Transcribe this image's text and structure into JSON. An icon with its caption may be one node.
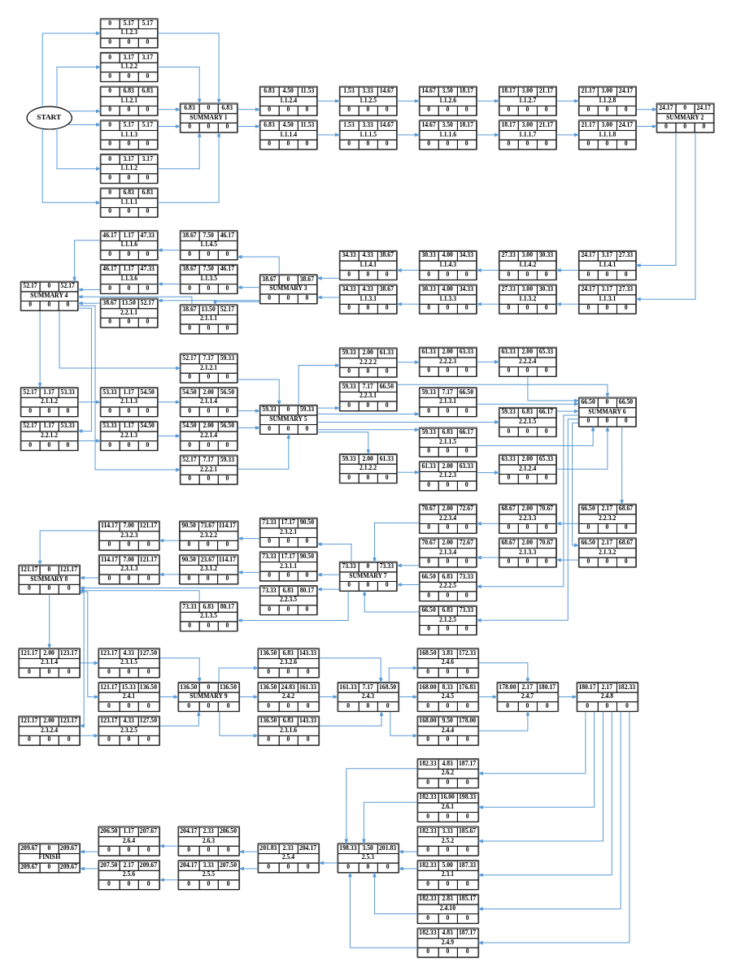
{
  "diagram": {
    "nodes": [
      {
        "text": [
          "START"
        ]
      },
      {
        "text": [
          "0",
          "6.83",
          "6.83",
          "1.1.1.1",
          "0",
          "0",
          "0"
        ]
      },
      {
        "text": [
          "0",
          "3.17",
          "3.17",
          "1.1.1.2",
          "0",
          "0",
          "0"
        ]
      },
      {
        "text": [
          "0",
          "5.17",
          "5.17",
          "1.1.1.3",
          "0",
          "0",
          "0"
        ]
      },
      {
        "text": [
          "0",
          "6.83",
          "6.83",
          "1.1.2.1",
          "0",
          "0",
          "0"
        ]
      },
      {
        "text": [
          "0",
          "3.17",
          "3.17",
          "1.1.2.2",
          "0",
          "0",
          "0"
        ]
      },
      {
        "text": [
          "0",
          "5.17",
          "5.17",
          "1.1.2.3",
          "0",
          "0",
          "0"
        ]
      },
      {
        "text": [
          "6.83",
          "0",
          "6.83",
          "SUMMARY 1",
          "0",
          "0",
          "0"
        ]
      },
      {
        "text": [
          "6.83",
          "4.50",
          "11.53",
          "1.1.1.4",
          "0",
          "0",
          "0"
        ]
      },
      {
        "text": [
          "6.83",
          "4.50",
          "11.53",
          "1.1.2.4",
          "0",
          "0",
          "0"
        ]
      },
      {
        "text": [
          "1.53",
          "3.33",
          "14.67",
          "1.1.1.5",
          "0",
          "0",
          "0"
        ]
      },
      {
        "text": [
          "1.53",
          "3.33",
          "14.67",
          "1.1.2.5",
          "0",
          "0",
          "0"
        ]
      },
      {
        "text": [
          "14.67",
          "3.50",
          "18.17",
          "1.1.1.6",
          "0",
          "0",
          "0"
        ]
      },
      {
        "text": [
          "14.67",
          "3.50",
          "18.17",
          "1.1.2.6",
          "0",
          "0",
          "0"
        ]
      },
      {
        "text": [
          "18.17",
          "3.00",
          "21.17",
          "1.1.1.7",
          "0",
          "0",
          "0"
        ]
      },
      {
        "text": [
          "18.17",
          "3.00",
          "21.17",
          "1.1.2.7",
          "0",
          "0",
          "0"
        ]
      },
      {
        "text": [
          "21.17",
          "3.00",
          "24.17",
          "1.1.1.8",
          "0",
          "0",
          "0"
        ]
      },
      {
        "text": [
          "21.17",
          "3.00",
          "24.17",
          "1.1.2.8",
          "0",
          "0",
          "0"
        ]
      },
      {
        "text": [
          "24.17",
          "0",
          "24.17",
          "SUMMARY 2",
          "0",
          "0",
          "0"
        ]
      },
      {
        "text": [
          "24.17",
          "3.17",
          "27.33",
          "1.1.3.1",
          "0",
          "0",
          "0"
        ]
      },
      {
        "text": [
          "24.17",
          "3.17",
          "27.33",
          "1.1.4.1",
          "0",
          "0",
          "0"
        ]
      },
      {
        "text": [
          "27.33",
          "3.00",
          "30.33",
          "1.1.3.2",
          "0",
          "0",
          "0"
        ]
      },
      {
        "text": [
          "27.33",
          "3.00",
          "30.33",
          "1.1.4.2",
          "0",
          "0",
          "0"
        ]
      },
      {
        "text": [
          "30.33",
          "4.00",
          "34.33",
          "1.1.3.3",
          "0",
          "0",
          "0"
        ]
      },
      {
        "text": [
          "30.33",
          "4.00",
          "34.33",
          "1.1.4.3",
          "0",
          "0",
          "0"
        ]
      },
      {
        "text": [
          "34.33",
          "4.33",
          "38.67",
          "1.1.3.1",
          "0",
          "0",
          "0"
        ]
      },
      {
        "text": [
          "34.33",
          "4.33",
          "38.67",
          "1.1.4.1",
          "0",
          "0",
          "0"
        ]
      },
      {
        "text": [
          "38.67",
          "0",
          "38.67",
          "SUMMARY 3",
          "0",
          "0",
          "0"
        ]
      },
      {
        "text": [
          "38.67",
          "7.50",
          "46.17",
          "1.1.3.5",
          "0",
          "0",
          "0"
        ]
      },
      {
        "text": [
          "38.67",
          "13.50",
          "52.17",
          "2.1.1.1",
          "0",
          "0",
          "0"
        ]
      },
      {
        "text": [
          "38.67",
          "13.50",
          "52.17",
          "2.2.1.1",
          "0",
          "0",
          "0"
        ]
      },
      {
        "text": [
          "38.67",
          "7.50",
          "46.17",
          "1.1.4.5",
          "0",
          "0",
          "0"
        ]
      },
      {
        "text": [
          "46.17",
          "1.17",
          "47.33",
          "1.1.3.6",
          "0",
          "0",
          "0"
        ]
      },
      {
        "text": [
          "46.17",
          "1.17",
          "47.33",
          "1.1.1.6",
          "0",
          "0",
          "0"
        ]
      },
      {
        "text": [
          "52.17",
          "0",
          "52.17",
          "SUMMARY 4",
          "0",
          "0",
          "0"
        ]
      },
      {
        "text": [
          "52.17",
          "7.17",
          "59.33",
          "2.1.2.1",
          "0",
          "0",
          "0"
        ]
      },
      {
        "text": [
          "52.17",
          "1.17",
          "53.33",
          "2.1.1.2",
          "0",
          "0",
          "0"
        ]
      },
      {
        "text": [
          "52.17",
          "1.17",
          "53.33",
          "2.2.1.2",
          "0",
          "0",
          "0"
        ]
      },
      {
        "text": [
          "52.17",
          "7.17",
          "59.33",
          "2.2.2.1",
          "0",
          "0",
          "0"
        ]
      },
      {
        "text": [
          "53.33",
          "1.17",
          "54.50",
          "2.1.1.3",
          "0",
          "0",
          "0"
        ]
      },
      {
        "text": [
          "53.33",
          "1.17",
          "54.50",
          "2.2.1.3",
          "0",
          "0",
          "0"
        ]
      },
      {
        "text": [
          "54.50",
          "2.00",
          "56.50",
          "2.1.1.4",
          "0",
          "0",
          "0"
        ]
      },
      {
        "text": [
          "54.50",
          "2.00",
          "56.50",
          "2.2.1.4",
          "0",
          "0",
          "0"
        ]
      },
      {
        "text": [
          "59.33",
          "0",
          "59.33",
          "SUMMARY 5",
          "0",
          "0",
          "0"
        ]
      },
      {
        "text": [
          "59.33",
          "2.00",
          "61.33",
          "2.1.2.2",
          "0",
          "0",
          "0"
        ]
      },
      {
        "text": [
          "61.33",
          "2.00",
          "63.33",
          "2.1.2.3",
          "0",
          "0",
          "0"
        ]
      },
      {
        "text": [
          "63.33",
          "2.00",
          "65.33",
          "2.1.2.4",
          "0",
          "0",
          "0"
        ]
      },
      {
        "text": [
          "59.33",
          "6.83",
          "66.17",
          "2.1.1.5",
          "0",
          "0",
          "0"
        ]
      },
      {
        "text": [
          "59.33",
          "6.83",
          "66.17",
          "2.2.1.5",
          "0",
          "0",
          "0"
        ]
      },
      {
        "text": [
          "59.33",
          "7.17",
          "66.50",
          "2.1.3.1",
          "0",
          "0",
          "0"
        ]
      },
      {
        "text": [
          "59.33",
          "7.17",
          "66.50",
          "2.2.3.1",
          "0",
          "0",
          "0"
        ]
      },
      {
        "text": [
          "59.33",
          "2.00",
          "61.33",
          "2.2.2.2",
          "0",
          "0",
          "0"
        ]
      },
      {
        "text": [
          "61.33",
          "2.00",
          "63.33",
          "2.2.2.3",
          "0",
          "0",
          "0"
        ]
      },
      {
        "text": [
          "63.33",
          "2.00",
          "65.33",
          "2.2.2.4",
          "0",
          "0",
          "0"
        ]
      },
      {
        "text": [
          "66.50",
          "0",
          "66.50",
          "SUMMARY 6",
          "0",
          "0",
          "0"
        ]
      },
      {
        "text": [
          "66.50",
          "6.83",
          "73.33",
          "2.1.2.5",
          "0",
          "0",
          "0"
        ]
      },
      {
        "text": [
          "66.50",
          "2.17",
          "68.67",
          "2.1.3.2",
          "0",
          "0",
          "0"
        ]
      },
      {
        "text": [
          "66.50",
          "2.17",
          "68.67",
          "2.2.3.2",
          "0",
          "0",
          "0"
        ]
      },
      {
        "text": [
          "66.50",
          "6.83",
          "73.33",
          "2.2.2.5",
          "0",
          "0",
          "0"
        ]
      },
      {
        "text": [
          "68.67",
          "2.00",
          "70.67",
          "2.1.3.3",
          "0",
          "0",
          "0"
        ]
      },
      {
        "text": [
          "68.67",
          "2.00",
          "70.67",
          "2.2.3.3",
          "0",
          "0",
          "0"
        ]
      },
      {
        "text": [
          "70.67",
          "2.00",
          "72.67",
          "2.1.3.4",
          "0",
          "0",
          "0"
        ]
      },
      {
        "text": [
          "70.67",
          "2.00",
          "72.67",
          "2.2.3.4",
          "0",
          "0",
          "0"
        ]
      },
      {
        "text": [
          "73.33",
          "0",
          "73.33",
          "SUMMARY 7",
          "0",
          "0",
          "0"
        ]
      },
      {
        "text": [
          "73.33",
          "17.17",
          "90.50",
          "2.3.1.1",
          "0",
          "0",
          "0"
        ]
      },
      {
        "text": [
          "73.33",
          "6.83",
          "80.17",
          "2.1.3.5",
          "0",
          "0",
          "0"
        ]
      },
      {
        "text": [
          "73.33",
          "6.83",
          "80.17",
          "2.2.3.5",
          "0",
          "0",
          "0"
        ]
      },
      {
        "text": [
          "73.33",
          "17.17",
          "90.50",
          "2.3.2.1",
          "0",
          "0",
          "0"
        ]
      },
      {
        "text": [
          "90.50",
          "23.67",
          "114.17",
          "2.3.1.2",
          "0",
          "0",
          "0"
        ]
      },
      {
        "text": [
          "90.50",
          "73.67",
          "114.17",
          "2.3.2.2",
          "0",
          "0",
          "0"
        ]
      },
      {
        "text": [
          "114.17",
          "7.00",
          "121.17",
          "2.3.1.3",
          "0",
          "0",
          "0"
        ]
      },
      {
        "text": [
          "114.17",
          "7.00",
          "121.17",
          "2.3.2.3",
          "0",
          "0",
          "0"
        ]
      },
      {
        "text": [
          "121.17",
          "0",
          "121.17",
          "SUMMARY 8",
          "0",
          "0",
          "0"
        ]
      },
      {
        "text": [
          "121.17",
          "2.00",
          "123.17",
          "2.3.1.4",
          "0",
          "0",
          "0"
        ]
      },
      {
        "text": [
          "121.17",
          "15.33",
          "136.50",
          "2.4.1",
          "0",
          "0",
          "0"
        ]
      },
      {
        "text": [
          "121.17",
          "2.00",
          "123.17",
          "2.3.2.4",
          "0",
          "0",
          "0"
        ]
      },
      {
        "text": [
          "123.17",
          "4.33",
          "127.50",
          "2.3.1.5",
          "0",
          "0",
          "0"
        ]
      },
      {
        "text": [
          "123.17",
          "4.33",
          "127.50",
          "2.3.2.5",
          "0",
          "0",
          "0"
        ]
      },
      {
        "text": [
          "136.50",
          "0",
          "136.50",
          "SUMMARY 9",
          "0",
          "0",
          "0"
        ]
      },
      {
        "text": [
          "136.50",
          "6.83",
          "143.33",
          "2.3.1.6",
          "0",
          "0",
          "0"
        ]
      },
      {
        "text": [
          "136.50",
          "24.83",
          "161.33",
          "2.4.2",
          "0",
          "0",
          "0"
        ]
      },
      {
        "text": [
          "136.50",
          "6.83",
          "143.33",
          "2.3.2.6",
          "0",
          "0",
          "0"
        ]
      },
      {
        "text": [
          "161.33",
          "7.17",
          "168.50",
          "2.4.3",
          "0",
          "0",
          "0"
        ]
      },
      {
        "text": [
          "168.00",
          "9.50",
          "178.00",
          "2.4.4",
          "0",
          "0",
          "0"
        ]
      },
      {
        "text": [
          "168.00",
          "8.33",
          "176.83",
          "2.4.5",
          "0",
          "0",
          "0"
        ]
      },
      {
        "text": [
          "168.50",
          "3.83",
          "172.33",
          "2.4.6",
          "0",
          "0",
          "0"
        ]
      },
      {
        "text": [
          "178.00",
          "2.17",
          "180.17",
          "2.4.7",
          "0",
          "0",
          "0"
        ]
      },
      {
        "text": [
          "180.17",
          "2.17",
          "182.33",
          "2.4.8",
          "0",
          "0",
          "0"
        ]
      },
      {
        "text": [
          "182.33",
          "4.83",
          "187.17",
          "2.4.9",
          "0",
          "0",
          "0"
        ]
      },
      {
        "text": [
          "182.33",
          "2.83",
          "185.17",
          "2.4.10",
          "0",
          "0",
          "0"
        ]
      },
      {
        "text": [
          "182.33",
          "5.00",
          "187.33",
          "2.3.1",
          "0",
          "0",
          "0"
        ]
      },
      {
        "text": [
          "182.33",
          "3.33",
          "185.67",
          "2.5.2",
          "0",
          "0",
          "0"
        ]
      },
      {
        "text": [
          "182.33",
          "16.00",
          "198.33",
          "2.6.1",
          "0",
          "0",
          "0"
        ]
      },
      {
        "text": [
          "182.33",
          "4.83",
          "187.17",
          "2.6.2",
          "0",
          "0",
          "0"
        ]
      },
      {
        "text": [
          "198.33",
          "3.50",
          "201.83",
          "2.5.3",
          "0",
          "0",
          "0"
        ]
      },
      {
        "text": [
          "201.83",
          "2.33",
          "204.17",
          "2.5.4",
          "0",
          "0",
          "0"
        ]
      },
      {
        "text": [
          "204.17",
          "3.33",
          "207.50",
          "2.5.5",
          "0",
          "0",
          "0"
        ]
      },
      {
        "text": [
          "204.17",
          "2.33",
          "206.50",
          "2.6.3",
          "0",
          "0",
          "0"
        ]
      },
      {
        "text": [
          "207.50",
          "2.17",
          "209.67",
          "2.5.6",
          "0",
          "0",
          "0"
        ]
      },
      {
        "text": [
          "206.50",
          "1.17",
          "207.67",
          "2.6.4",
          "0",
          "0",
          "0"
        ]
      },
      {
        "text": [
          "209.67",
          "0",
          "209.67",
          "FINISH",
          "209.67",
          "0",
          "209.67"
        ]
      }
    ],
    "edges": [
      {
        "from": 0,
        "to": 1,
        "arrow": "to"
      },
      {
        "from": 0,
        "to": 2,
        "arrow": "to"
      },
      {
        "from": 0,
        "to": 3,
        "arrow": "to"
      },
      {
        "from": 0,
        "to": 4,
        "arrow": "to"
      },
      {
        "from": 0,
        "to": 5,
        "arrow": "to"
      },
      {
        "from": 0,
        "to": 6,
        "arrow": "to"
      },
      {
        "from": 1,
        "to": 7,
        "arrow": "to"
      },
      {
        "from": 2,
        "to": 7,
        "arrow": "to"
      },
      {
        "from": 3,
        "to": 7,
        "arrow": "to"
      },
      {
        "from": 4,
        "to": 7,
        "arrow": "to"
      },
      {
        "from": 5,
        "to": 7,
        "arrow": "to"
      },
      {
        "from": 6,
        "to": 7,
        "arrow": "to"
      },
      {
        "from": 7,
        "to": 8,
        "arrow": "to"
      },
      {
        "from": 7,
        "to": 9,
        "arrow": "to"
      },
      {
        "from": 8,
        "to": 10,
        "arrow": "to"
      },
      {
        "from": 9,
        "to": 11,
        "arrow": "to"
      },
      {
        "from": 10,
        "to": 12,
        "arrow": "to"
      },
      {
        "from": 11,
        "to": 13,
        "arrow": "to"
      },
      {
        "from": 12,
        "to": 14,
        "arrow": "to"
      },
      {
        "from": 13,
        "to": 15,
        "arrow": "to"
      },
      {
        "from": 14,
        "to": 16,
        "arrow": "to"
      },
      {
        "from": 15,
        "to": 17,
        "arrow": "to"
      },
      {
        "from": 16,
        "to": 18,
        "arrow": "to"
      },
      {
        "from": 17,
        "to": 18,
        "arrow": "to"
      },
      {
        "from": 18,
        "to": 19,
        "arrow": "to"
      },
      {
        "from": 18,
        "to": 20,
        "arrow": "to"
      },
      {
        "from": 19,
        "to": 21,
        "arrow": "to"
      },
      {
        "from": 20,
        "to": 22,
        "arrow": "to"
      },
      {
        "from": 21,
        "to": 23,
        "arrow": "to"
      },
      {
        "from": 22,
        "to": 24,
        "arrow": "to"
      },
      {
        "from": 23,
        "to": 25,
        "arrow": "to"
      },
      {
        "from": 24,
        "to": 26,
        "arrow": "to"
      },
      {
        "from": 25,
        "to": 27,
        "arrow": "to"
      },
      {
        "from": 26,
        "to": 27,
        "arrow": "to"
      },
      {
        "from": 27,
        "to": 28,
        "arrow": "to"
      },
      {
        "from": 27,
        "to": 29,
        "arrow": "to"
      },
      {
        "from": 27,
        "to": 30,
        "arrow": "to"
      },
      {
        "from": 27,
        "to": 31,
        "arrow": "to"
      },
      {
        "from": 28,
        "to": 32,
        "arrow": "to"
      },
      {
        "from": 31,
        "to": 33,
        "arrow": "to"
      },
      {
        "from": 32,
        "to": 34,
        "arrow": "to"
      },
      {
        "from": 29,
        "to": 34,
        "arrow": "to"
      },
      {
        "from": 30,
        "to": 34,
        "arrow": "to"
      },
      {
        "from": 33,
        "to": 34,
        "arrow": "to"
      },
      {
        "from": 34,
        "to": 35,
        "arrow": "to"
      },
      {
        "from": 34,
        "to": 36,
        "arrow": "to"
      },
      {
        "from": 34,
        "to": 37,
        "arrow": "to"
      },
      {
        "from": 34,
        "to": 38,
        "arrow": "to"
      },
      {
        "from": 36,
        "to": 39,
        "arrow": "to"
      },
      {
        "from": 37,
        "to": 40,
        "arrow": "to"
      },
      {
        "from": 39,
        "to": 41,
        "arrow": "to"
      },
      {
        "from": 40,
        "to": 42,
        "arrow": "to"
      },
      {
        "from": 35,
        "to": 43,
        "arrow": "to"
      },
      {
        "from": 41,
        "to": 43,
        "arrow": "to"
      },
      {
        "from": 42,
        "to": 43,
        "arrow": "to"
      },
      {
        "from": 38,
        "to": 43,
        "arrow": "to"
      },
      {
        "from": 43,
        "to": 44,
        "arrow": "to"
      },
      {
        "from": 43,
        "to": 47,
        "arrow": "to"
      },
      {
        "from": 43,
        "to": 48,
        "arrow": "to"
      },
      {
        "from": 43,
        "to": 49,
        "arrow": "to"
      },
      {
        "from": 43,
        "to": 50,
        "arrow": "to"
      },
      {
        "from": 43,
        "to": 51,
        "arrow": "to"
      },
      {
        "from": 44,
        "to": 45,
        "arrow": "to"
      },
      {
        "from": 45,
        "to": 46,
        "arrow": "to"
      },
      {
        "from": 51,
        "to": 52,
        "arrow": "to"
      },
      {
        "from": 52,
        "to": 53,
        "arrow": "to"
      },
      {
        "from": 46,
        "to": 54,
        "arrow": "to"
      },
      {
        "from": 47,
        "to": 54,
        "arrow": "to"
      },
      {
        "from": 48,
        "to": 54,
        "arrow": "to"
      },
      {
        "from": 49,
        "to": 54,
        "arrow": "to"
      },
      {
        "from": 50,
        "to": 54,
        "arrow": "to"
      },
      {
        "from": 53,
        "to": 54,
        "arrow": "to"
      },
      {
        "from": 54,
        "to": 55,
        "arrow": "to"
      },
      {
        "from": 54,
        "to": 56,
        "arrow": "to"
      },
      {
        "from": 54,
        "to": 57,
        "arrow": "to"
      },
      {
        "from": 54,
        "to": 58,
        "arrow": "to"
      },
      {
        "from": 56,
        "to": 59,
        "arrow": "to"
      },
      {
        "from": 57,
        "to": 60,
        "arrow": "to"
      },
      {
        "from": 59,
        "to": 61,
        "arrow": "to"
      },
      {
        "from": 60,
        "to": 62,
        "arrow": "to"
      },
      {
        "from": 55,
        "to": 63,
        "arrow": "to"
      },
      {
        "from": 61,
        "to": 63,
        "arrow": "to"
      },
      {
        "from": 62,
        "to": 63,
        "arrow": "to"
      },
      {
        "from": 58,
        "to": 63,
        "arrow": "to"
      },
      {
        "from": 63,
        "to": 64,
        "arrow": "to"
      },
      {
        "from": 63,
        "to": 65,
        "arrow": "to"
      },
      {
        "from": 63,
        "to": 66,
        "arrow": "to"
      },
      {
        "from": 63,
        "to": 67,
        "arrow": "to"
      },
      {
        "from": 64,
        "to": 68,
        "arrow": "to"
      },
      {
        "from": 67,
        "to": 69,
        "arrow": "to"
      },
      {
        "from": 68,
        "to": 70,
        "arrow": "to"
      },
      {
        "from": 69,
        "to": 71,
        "arrow": "to"
      },
      {
        "from": 70,
        "to": 72,
        "arrow": "to"
      },
      {
        "from": 65,
        "to": 72,
        "arrow": "to"
      },
      {
        "from": 66,
        "to": 72,
        "arrow": "to"
      },
      {
        "from": 71,
        "to": 72,
        "arrow": "to"
      },
      {
        "from": 72,
        "to": 73,
        "arrow": "to"
      },
      {
        "from": 72,
        "to": 74,
        "arrow": "to"
      },
      {
        "from": 72,
        "to": 75,
        "arrow": "to"
      },
      {
        "from": 73,
        "to": 76,
        "arrow": "to"
      },
      {
        "from": 75,
        "to": 77,
        "arrow": "to"
      },
      {
        "from": 76,
        "to": 78,
        "arrow": "to"
      },
      {
        "from": 74,
        "to": 78,
        "arrow": "to"
      },
      {
        "from": 77,
        "to": 78,
        "arrow": "to"
      },
      {
        "from": 78,
        "to": 79,
        "arrow": "to"
      },
      {
        "from": 78,
        "to": 80,
        "arrow": "to"
      },
      {
        "from": 78,
        "to": 81,
        "arrow": "to"
      },
      {
        "from": 79,
        "to": 82,
        "arrow": "to"
      },
      {
        "from": 80,
        "to": 82,
        "arrow": "to"
      },
      {
        "from": 81,
        "to": 82,
        "arrow": "to"
      },
      {
        "from": 82,
        "to": 83,
        "arrow": "to"
      },
      {
        "from": 82,
        "to": 84,
        "arrow": "to"
      },
      {
        "from": 82,
        "to": 85,
        "arrow": "to"
      },
      {
        "from": 83,
        "to": 86,
        "arrow": "to"
      },
      {
        "from": 84,
        "to": 86,
        "arrow": "to"
      },
      {
        "from": 85,
        "to": 86,
        "arrow": "to"
      },
      {
        "from": 86,
        "to": 87,
        "arrow": "to"
      },
      {
        "from": 87,
        "to": 88,
        "arrow": "to"
      },
      {
        "from": 87,
        "to": 89,
        "arrow": "to"
      },
      {
        "from": 87,
        "to": 90,
        "arrow": "to"
      },
      {
        "from": 87,
        "to": 91,
        "arrow": "to"
      },
      {
        "from": 87,
        "to": 92,
        "arrow": "to"
      },
      {
        "from": 87,
        "to": 93,
        "arrow": "to"
      },
      {
        "from": 88,
        "to": 94,
        "arrow": "to"
      },
      {
        "from": 89,
        "to": 94,
        "arrow": "to"
      },
      {
        "from": 90,
        "to": 94,
        "arrow": "to"
      },
      {
        "from": 91,
        "to": 94,
        "arrow": "to"
      },
      {
        "from": 92,
        "to": 94,
        "arrow": "to"
      },
      {
        "from": 93,
        "to": 94,
        "arrow": "to"
      },
      {
        "from": 94,
        "to": 95,
        "arrow": "to"
      },
      {
        "from": 95,
        "to": 96,
        "arrow": "to"
      },
      {
        "from": 95,
        "to": 97,
        "arrow": "to"
      },
      {
        "from": 96,
        "to": 98,
        "arrow": "to"
      },
      {
        "from": 97,
        "to": 99,
        "arrow": "to"
      },
      {
        "from": 98,
        "to": 100,
        "arrow": "to"
      },
      {
        "from": 99,
        "to": 100,
        "arrow": "to"
      }
    ]
  }
}
